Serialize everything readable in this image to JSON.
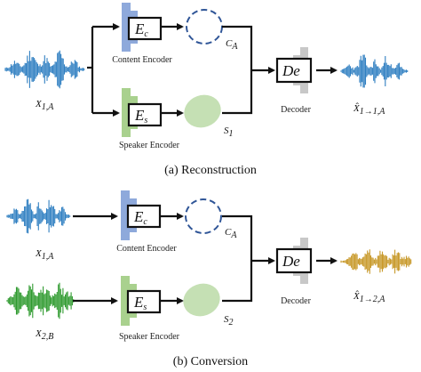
{
  "reconstruction": {
    "caption": "(a)  Reconstruction",
    "input_label": "X",
    "input_sub": "1,A",
    "content_encoder": {
      "symbol": "E",
      "sub": "c",
      "label": "Content Encoder"
    },
    "speaker_encoder": {
      "symbol": "E",
      "sub": "s",
      "label": "Speaker Encoder"
    },
    "content_code": {
      "symbol": "C",
      "sub": "A"
    },
    "speaker_code": {
      "symbol": "S",
      "sub": "1"
    },
    "decoder": {
      "symbol": "De",
      "label": "Decoder"
    },
    "output_label": "X̂",
    "output_sub": "1→1,A"
  },
  "conversion": {
    "caption": "(b)  Conversion",
    "input1_label": "X",
    "input1_sub": "1,A",
    "input2_label": "X",
    "input2_sub": "2,B",
    "content_encoder": {
      "symbol": "E",
      "sub": "c",
      "label": "Content Encoder"
    },
    "speaker_encoder": {
      "symbol": "E",
      "sub": "s",
      "label": "Speaker Encoder"
    },
    "content_code": {
      "symbol": "C",
      "sub": "A"
    },
    "speaker_code": {
      "symbol": "S",
      "sub": "2"
    },
    "decoder": {
      "symbol": "De",
      "label": "Decoder"
    },
    "output_label": "X̂",
    "output_sub": "1→2,A"
  },
  "colors": {
    "wave_blue": "#2f7fc1",
    "wave_green": "#2e9a2e",
    "wave_gold": "#c8992a",
    "content_enc": "#8ea9db",
    "speaker_enc": "#a9d18e",
    "speaker_blob": "#c5e0b4",
    "content_dash": "#2f5597",
    "decoder_gray": "#c8c8c8"
  }
}
